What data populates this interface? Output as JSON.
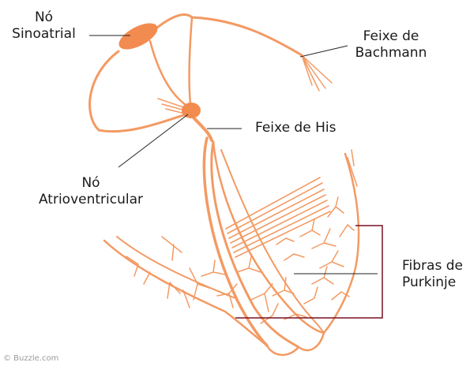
{
  "labels": {
    "sa_node": [
      "Nó",
      "Sinoatrial"
    ],
    "bachmann": [
      "Feixe de",
      "Bachmann"
    ],
    "his": "Feixe de His",
    "av_node": [
      "Nó",
      "Atrioventricular"
    ],
    "purkinje": [
      "Fibras de",
      "Purkinje"
    ]
  },
  "credit": "© Buzzle.com",
  "colors": {
    "fiber": "#f39a63",
    "node": "#f28b4f",
    "leader": "#222222",
    "bracket": "#7a1020"
  }
}
